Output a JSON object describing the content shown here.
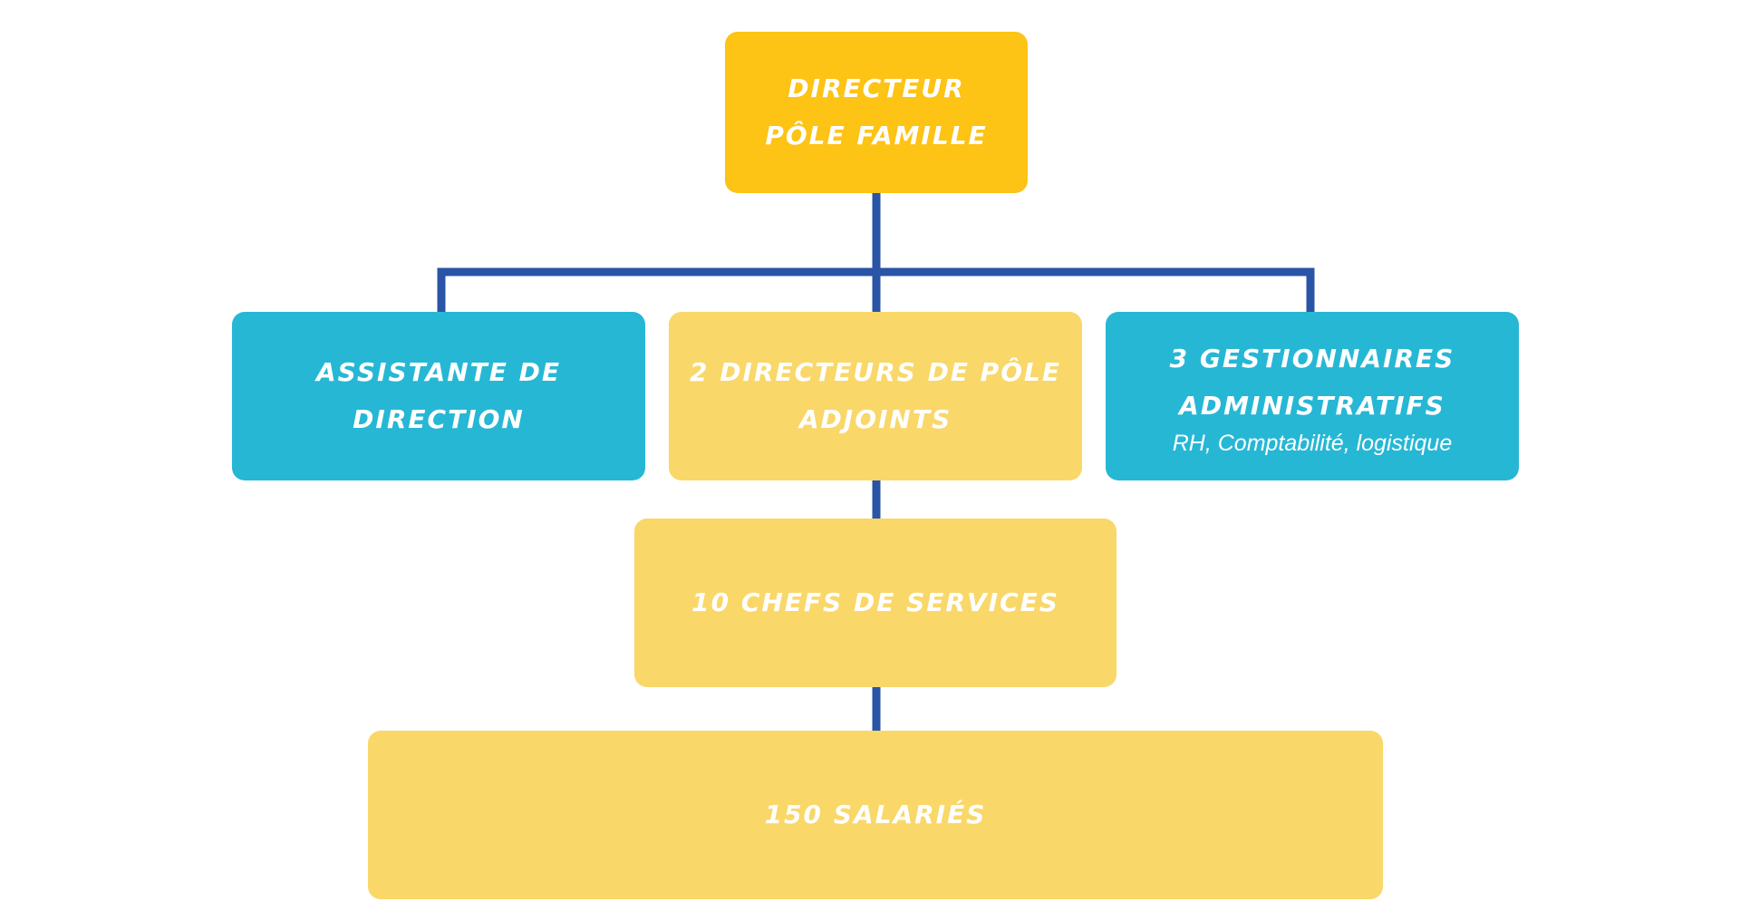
{
  "colors": {
    "director": "#fdc315",
    "light_yellow": "#f9d769",
    "blue": "#26b7d5",
    "connector": "#2a54a5",
    "text": "#ffffff"
  },
  "org_chart": {
    "director": {
      "lines": [
        "DIRECTEUR",
        "PÔLE FAMILLE"
      ]
    },
    "assistante": {
      "lines": [
        "ASSISTANTE DE DIRECTION"
      ]
    },
    "adjoints": {
      "lines": [
        "2 DIRECTEURS DE PÔLE",
        "ADJOINTS"
      ]
    },
    "gestionnaires": {
      "lines": [
        "3 GESTIONNAIRES",
        "ADMINISTRATIFS"
      ],
      "sub": "RH, Comptabilité, logistique"
    },
    "chefs": {
      "lines": [
        "10 CHEFS DE SERVICES"
      ]
    },
    "salaries": {
      "lines": [
        "150 SALARIÉS"
      ]
    }
  }
}
